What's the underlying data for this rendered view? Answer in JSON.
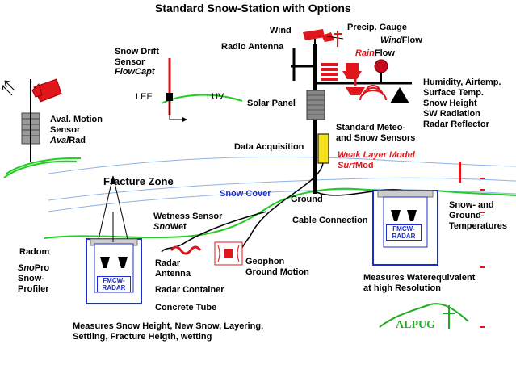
{
  "title": "Standard Snow-Station with Options",
  "labels": {
    "wind": "Wind",
    "precip_gauge": "Precip. Gauge",
    "wind_flow_a": "Wind",
    "wind_flow_b": "Flow",
    "rain_flow_a": "Rain",
    "rain_flow_b": "Flow",
    "radio_antenna": "Radio Antenna",
    "snow_drift_1": "Snow Drift",
    "snow_drift_2": "Sensor",
    "snow_drift_3": "FlowCapt",
    "lee": "LEE",
    "luv": "LUV",
    "humidity_1": "Humidity, Airtemp.",
    "humidity_2": "Surface Temp.",
    "humidity_3": "Snow Height",
    "humidity_4": "SW Radiation",
    "humidity_5": "Radar Reflector",
    "aval_1": "Aval. Motion",
    "aval_2": "Sensor",
    "aval_3a": "Aval",
    "aval_3b": "Rad",
    "solar_panel": "Solar Panel",
    "std_meteo_1": "Standard Meteo-",
    "std_meteo_2": "and Snow Sensors",
    "data_acq": "Data Acquisition",
    "weak_layer_1": "Weak Layer Model",
    "weak_layer_2a": "Surf",
    "weak_layer_2b": "Mod",
    "fracture_zone": "Fracture Zone",
    "snow_cover": "Snow Cover",
    "ground": "Ground",
    "wetness_1": "Wetness Sensor",
    "wetness_2a": "Sno",
    "wetness_2b": "Wet",
    "cable_conn": "Cable Connection",
    "snow_ground_1": "Snow- and",
    "snow_ground_2": "Ground-",
    "snow_ground_3": "Temperatures",
    "radom": "Radom",
    "snopro_1a": "Sno",
    "snopro_1b": "Pro",
    "snopro_2": "Snow-",
    "snopro_3": "Profiler",
    "radar_antenna_1": "Radar",
    "radar_antenna_2": "Antenna",
    "radar_container": "Radar Container",
    "concrete_tube": "Concrete Tube",
    "geophon_1": "Geophon",
    "geophon_2": "Ground Motion",
    "fmcw_1": "FMCW-",
    "fmcw_2": "RADAR",
    "water_eq_1": "Measures  Waterequivalent",
    "water_eq_2": "at high Resolution",
    "measures_1": "Measures Snow Height, New Snow, Layering,",
    "measures_2": "Settling, Fracture Heigth, wetting",
    "logo": "ALPUG"
  },
  "colors": {
    "accent_red": "#e0161c",
    "radar_blue": "#1f2ec8",
    "terrain_green": "#22cc22",
    "snow_blue": "#7fa8e0",
    "solar_gray": "#888888",
    "datalogger_yellow": "#f5e21a"
  }
}
